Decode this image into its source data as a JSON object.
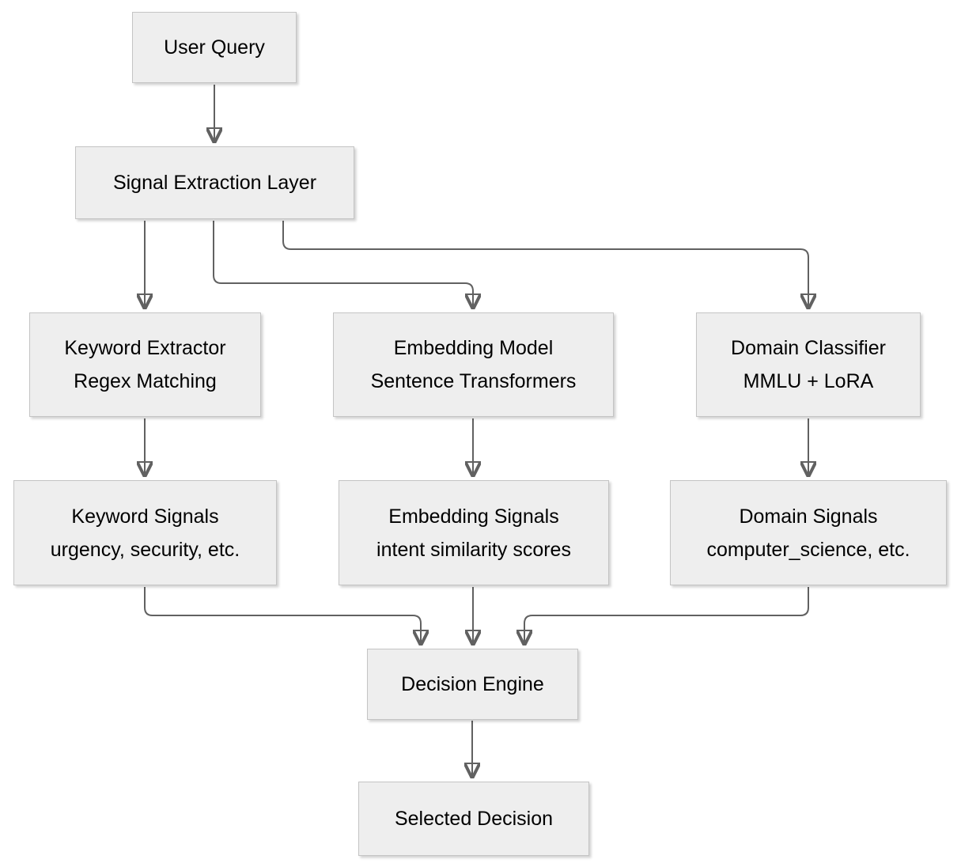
{
  "diagram": {
    "type": "flowchart",
    "background_color": "#ffffff",
    "node_fill_color": "#eeeeee",
    "node_border_color": "#c4c4c4",
    "connector_color": "#616161",
    "text_color": "#000000",
    "nodes": {
      "user_query": {
        "label": "User Query"
      },
      "signal_extraction": {
        "label": "Signal Extraction Layer"
      },
      "keyword_extractor": {
        "label": "Keyword Extractor",
        "sublabel": "Regex Matching"
      },
      "embedding_model": {
        "label": "Embedding Model",
        "sublabel": "Sentence Transformers"
      },
      "domain_classifier": {
        "label": "Domain Classifier",
        "sublabel": "MMLU + LoRA"
      },
      "keyword_signals": {
        "label": "Keyword Signals",
        "sublabel": "urgency, security, etc."
      },
      "embedding_signals": {
        "label": "Embedding Signals",
        "sublabel": "intent similarity scores"
      },
      "domain_signals": {
        "label": "Domain Signals",
        "sublabel": "computer_science, etc."
      },
      "decision_engine": {
        "label": "Decision Engine"
      },
      "selected_decision": {
        "label": "Selected Decision"
      }
    },
    "edges": [
      {
        "from": "user_query",
        "to": "signal_extraction"
      },
      {
        "from": "signal_extraction",
        "to": "keyword_extractor"
      },
      {
        "from": "signal_extraction",
        "to": "embedding_model"
      },
      {
        "from": "signal_extraction",
        "to": "domain_classifier"
      },
      {
        "from": "keyword_extractor",
        "to": "keyword_signals"
      },
      {
        "from": "embedding_model",
        "to": "embedding_signals"
      },
      {
        "from": "domain_classifier",
        "to": "domain_signals"
      },
      {
        "from": "keyword_signals",
        "to": "decision_engine"
      },
      {
        "from": "embedding_signals",
        "to": "decision_engine"
      },
      {
        "from": "domain_signals",
        "to": "decision_engine"
      },
      {
        "from": "decision_engine",
        "to": "selected_decision"
      }
    ]
  }
}
